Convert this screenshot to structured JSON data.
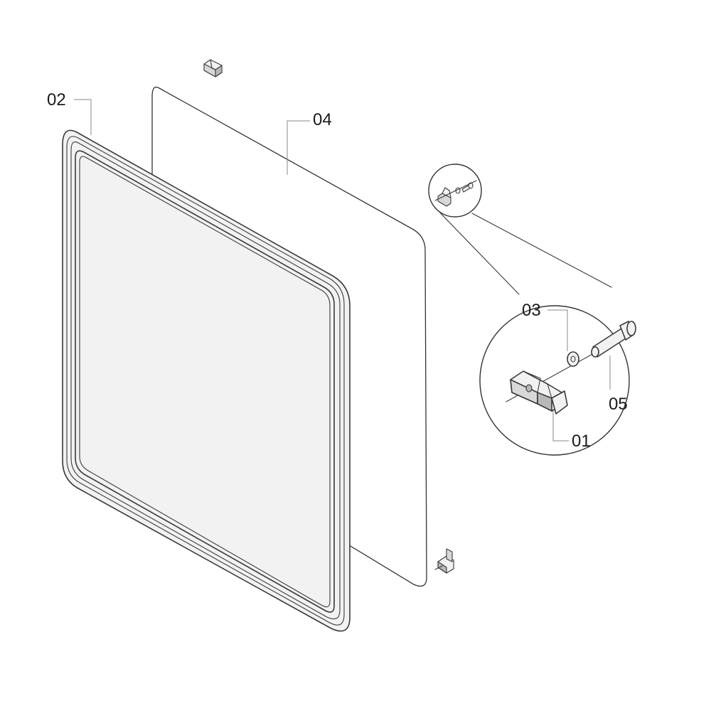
{
  "callouts": {
    "frame": "02",
    "panel": "04",
    "washer": "03",
    "screw": "05",
    "clip": "01"
  }
}
